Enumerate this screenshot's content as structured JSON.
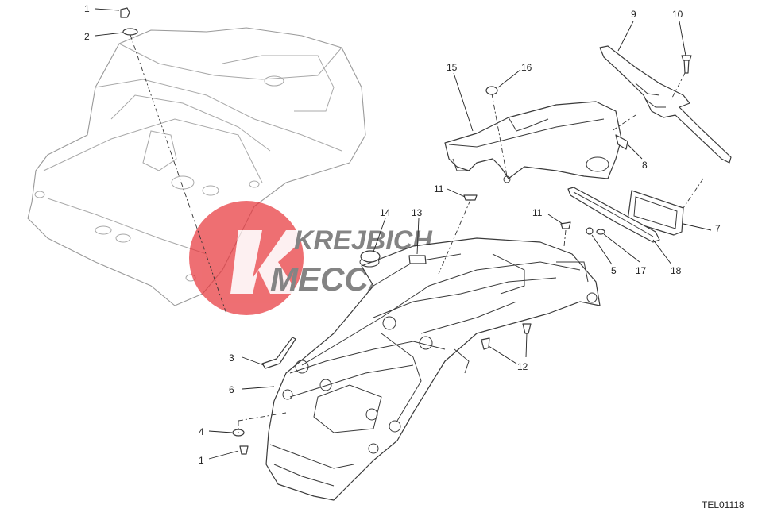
{
  "diagram": {
    "reference_code": "TEL01118",
    "callouts": [
      "1",
      "2",
      "9",
      "10",
      "15",
      "16",
      "8",
      "11",
      "13",
      "14",
      "11",
      "7",
      "5",
      "17",
      "18",
      "3",
      "12",
      "6",
      "4",
      "1"
    ],
    "watermark": {
      "line1": "KREJBICH",
      "line2": "MECCANICA",
      "colors": {
        "disc": "#e8383d",
        "text": "#555555"
      }
    }
  }
}
